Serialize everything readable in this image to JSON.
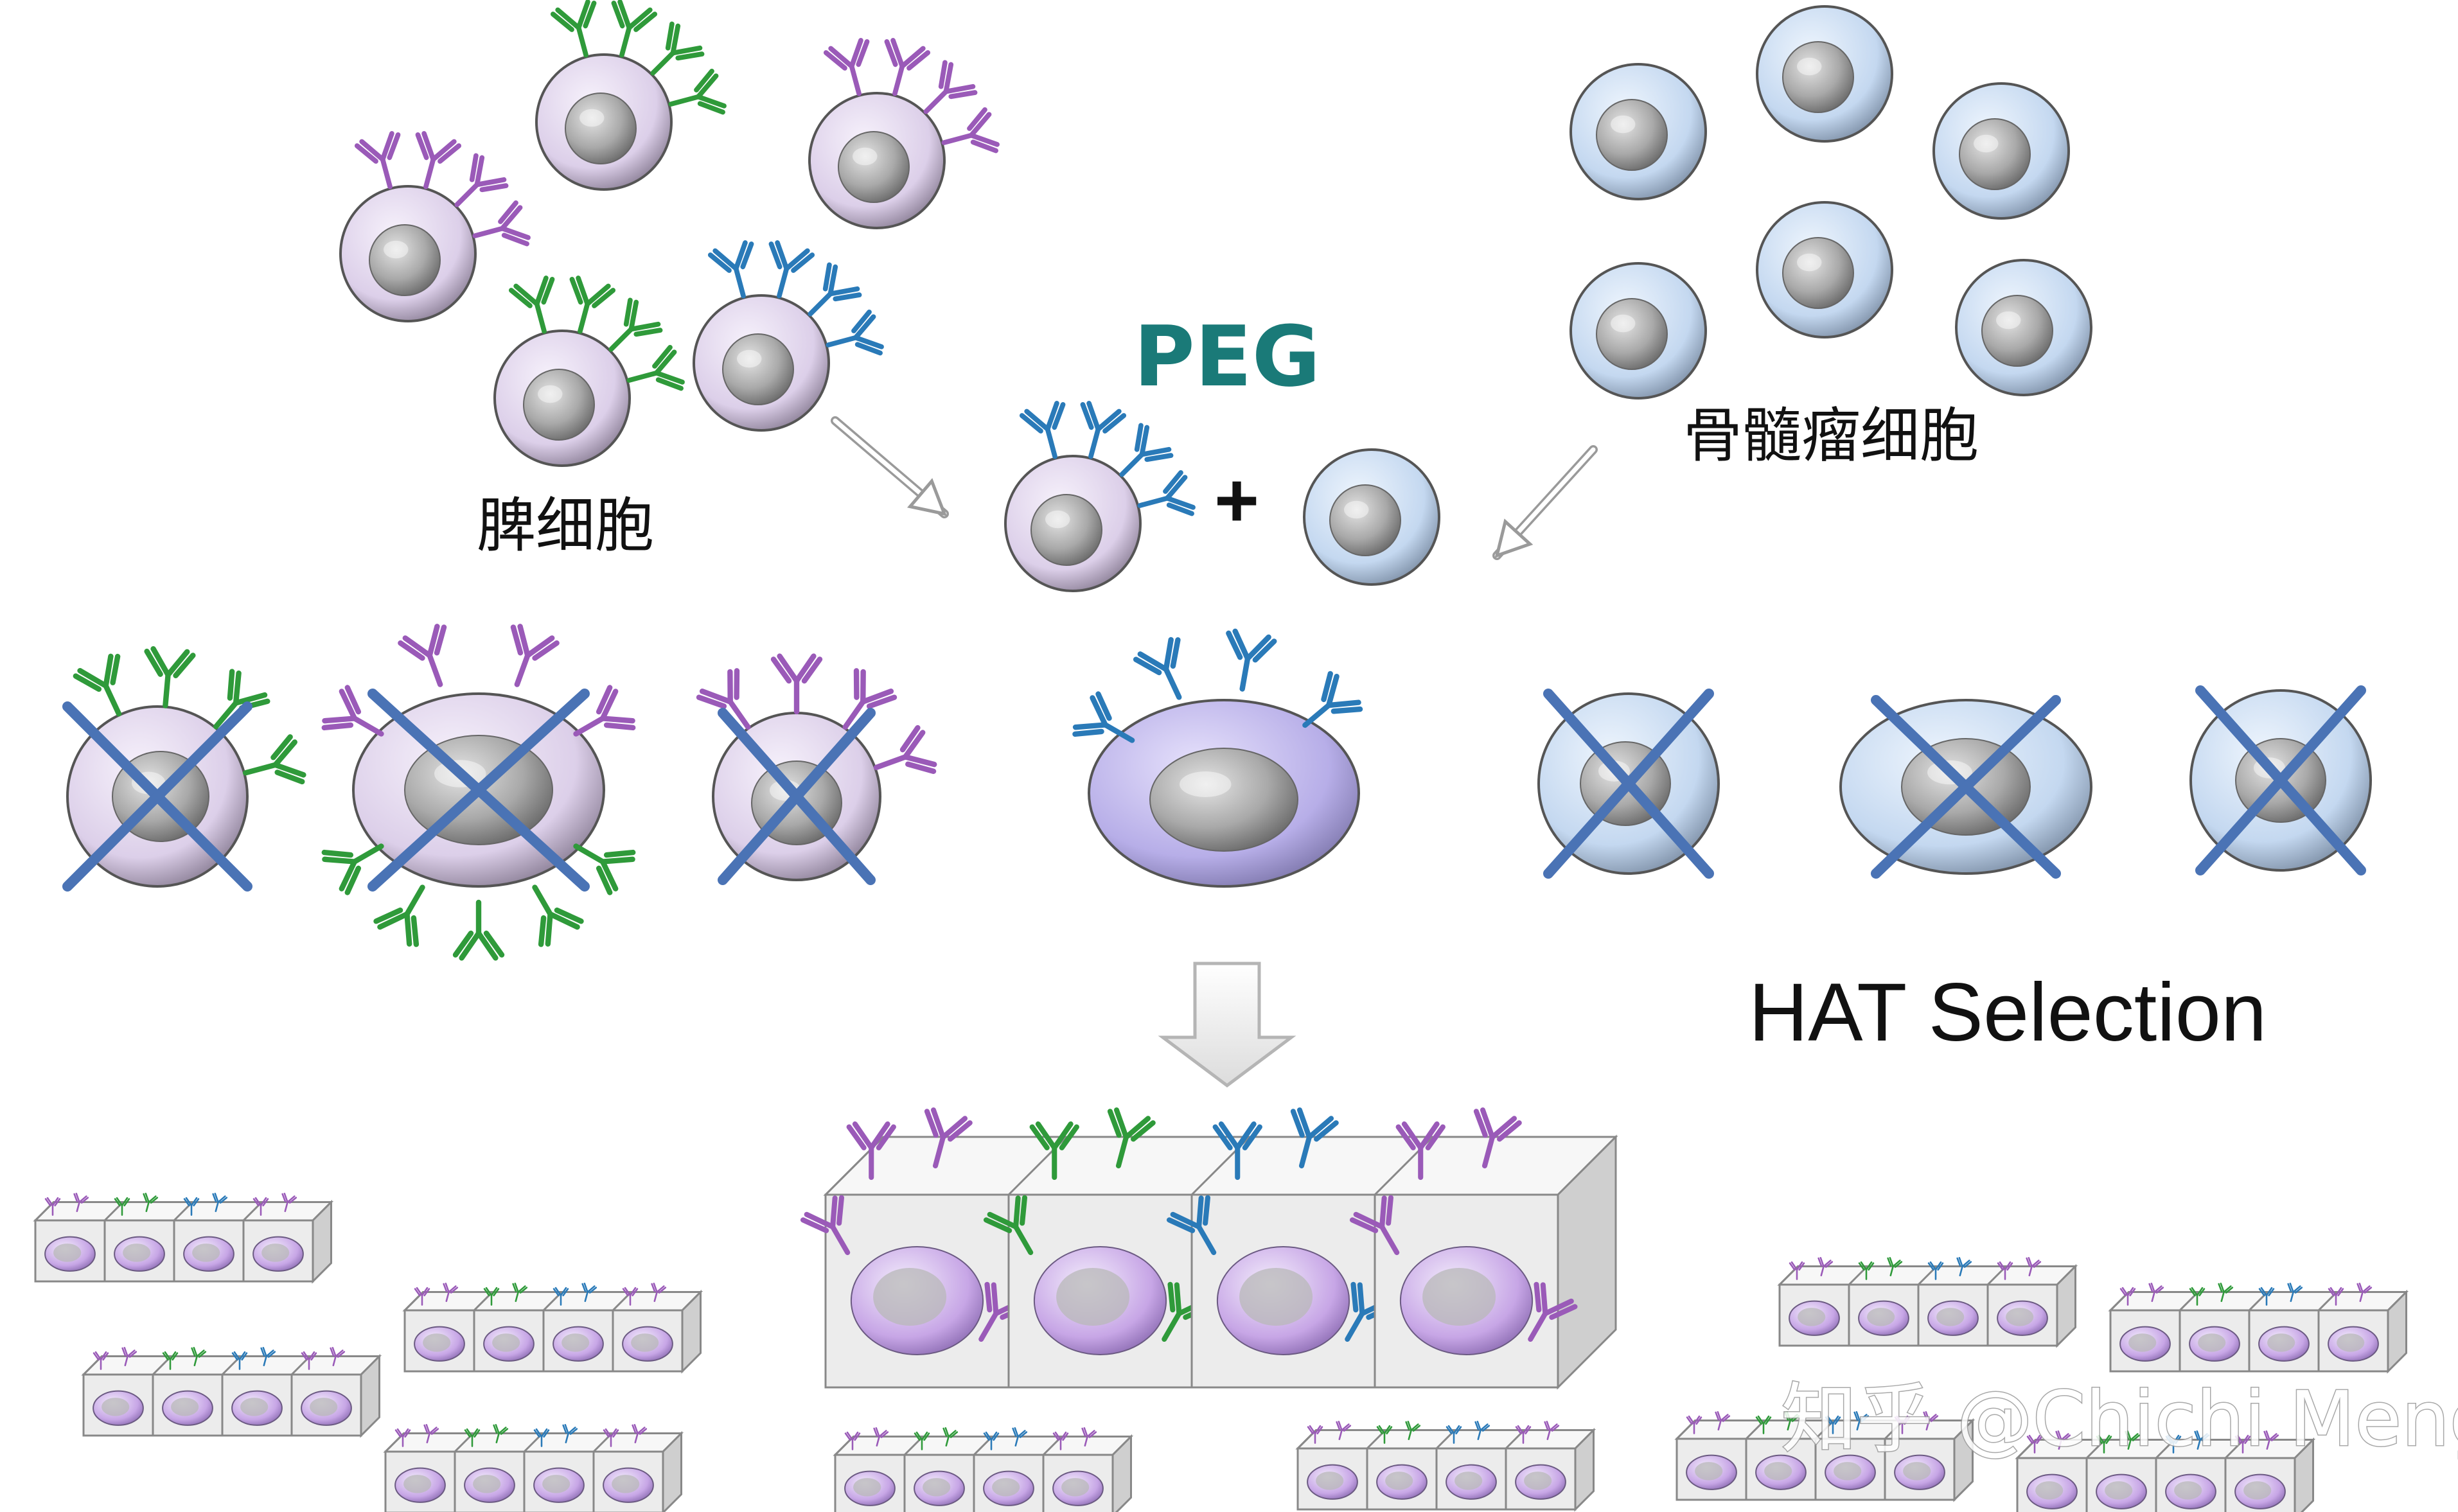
{
  "labels": {
    "spleen_cells": "脾细胞",
    "myeloma_cells": "骨髓瘤细胞",
    "peg": "PEG",
    "plus": "+",
    "hat_selection": "HAT Selection",
    "watermark": "知乎 @Chichi Meng"
  },
  "colors": {
    "peg_text": "#1a7a78",
    "spleen_cell": "#dccfe9",
    "myeloma_cell": "#c4d8f0",
    "hybridoma_cell": "#b7aee8",
    "nucleus": "#a9a9a9",
    "cross": "#4a73b5",
    "antibody_green": "#2f9a3a",
    "antibody_purple": "#9a5ab8",
    "antibody_blue": "#2a7ab8",
    "well_plate": "#ececec"
  },
  "icons": {
    "arrow_left": "diagonal-arrow-icon",
    "arrow_right": "diagonal-arrow-icon",
    "arrow_down": "down-arrow-icon",
    "cross": "x-cross-icon",
    "antibody": "antibody-y-icon"
  }
}
